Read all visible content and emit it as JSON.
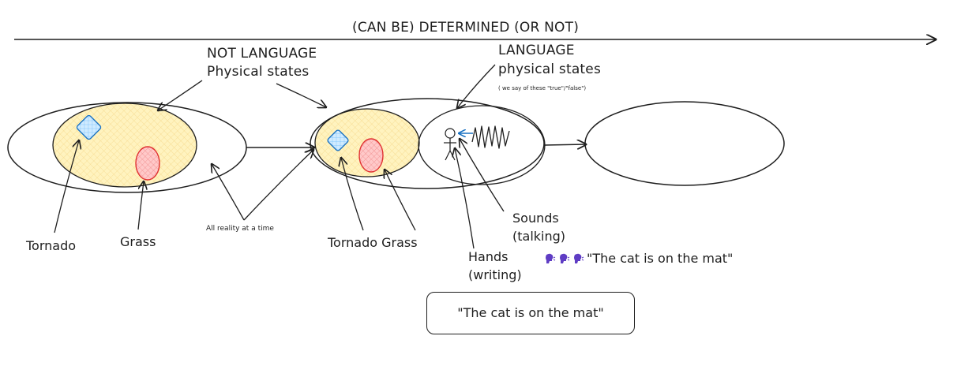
{
  "axis": {
    "title": "(CAN BE) DETERMINED (OR NOT)"
  },
  "not_language": {
    "heading": "NOT LANGUAGE",
    "subheading": "Physical states"
  },
  "language": {
    "heading": "LANGUAGE",
    "subheading": "physical states",
    "note": "( we say of these \"true\"/\"false\")"
  },
  "group1": {
    "tornado_label": "Tornado",
    "grass_label": "Grass"
  },
  "all_reality_label": "All reality at a time",
  "group2": {
    "tornado_grass_label": "Tornado Grass"
  },
  "sounds": {
    "line1": "Sounds",
    "line2": "(talking)"
  },
  "hands": {
    "line1": "Hands",
    "line2": "(writing)"
  },
  "speech_quote": "\"The cat is on the mat\"",
  "box_quote": "\"The cat is on the mat\"",
  "colors": {
    "stroke": "#1e1e1e",
    "yellow_fill": "#fff3bf",
    "red_stroke": "#e03131",
    "red_fill": "#ffc9c9",
    "blue_stroke": "#1971c2",
    "blue_fill": "#a5d8ff",
    "speech_icon": "#5f3dc4"
  },
  "icons": [
    "arrow-icon",
    "stick-figure-icon",
    "sound-wave-icon",
    "speaking-head-icon"
  ]
}
